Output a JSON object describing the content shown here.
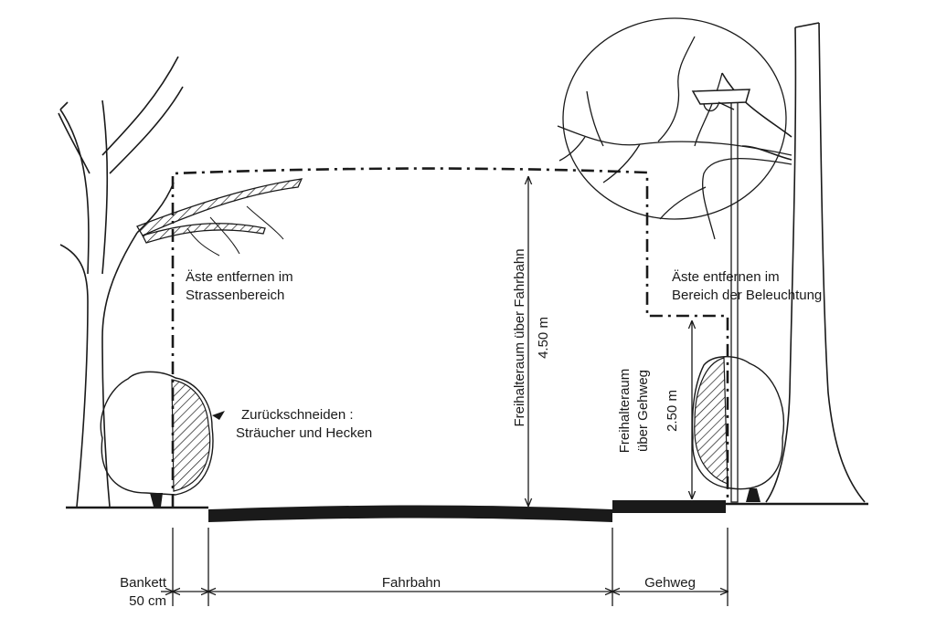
{
  "labels": {
    "street_branches": [
      "Äste entfernen im",
      "Strassenbereich"
    ],
    "lighting_branches": [
      "Äste entfernen im",
      "Bereich der Beleuchtung"
    ],
    "shrubs": [
      "Zurückschneiden :",
      "Sträucher und Hecken"
    ]
  },
  "dimensions": {
    "road_clearance": [
      "Freihalteraum über Fahrbahn",
      "4.50 m"
    ],
    "walkway_clearance": [
      "Freihalteraum",
      "über Gehweg",
      "2.50 m"
    ]
  },
  "bottom": {
    "bankett": [
      "Bankett",
      "50 cm"
    ],
    "fahrbahn": "Fahrbahn",
    "gehweg": "Gehweg"
  }
}
